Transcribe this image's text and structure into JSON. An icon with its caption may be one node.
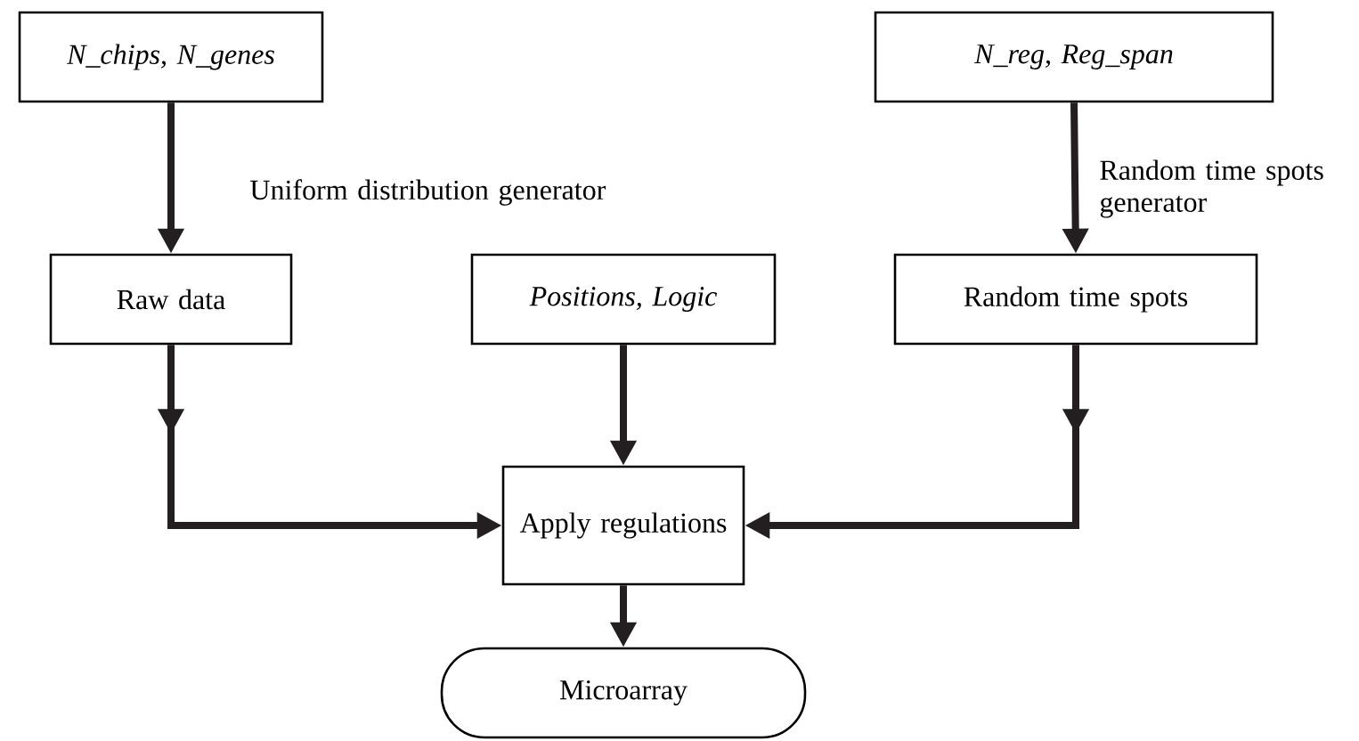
{
  "diagram": {
    "nodes": [
      {
        "text": [
          "N_chips, N_genes"
        ]
      },
      {
        "text": [
          "N_reg, Reg_span"
        ]
      },
      {
        "text": [
          "Raw data"
        ]
      },
      {
        "text": [
          "Positions, Logic"
        ]
      },
      {
        "text": [
          "Random time spots"
        ]
      },
      {
        "text": [
          "Apply regulations"
        ]
      },
      {
        "text": [
          "Microarray"
        ]
      }
    ],
    "edges": [
      {
        "from": 0,
        "to": 2,
        "arrow": "to",
        "label": "Uniform distribution generator"
      },
      {
        "from": 1,
        "to": 4,
        "arrow": "to",
        "label": "Random time spots generator"
      },
      {
        "from": 2,
        "to": 5,
        "arrow": "to"
      },
      {
        "from": 3,
        "to": 5,
        "arrow": "to"
      },
      {
        "from": 4,
        "to": 5,
        "arrow": "to"
      },
      {
        "from": 5,
        "to": 6,
        "arrow": "to"
      }
    ]
  }
}
